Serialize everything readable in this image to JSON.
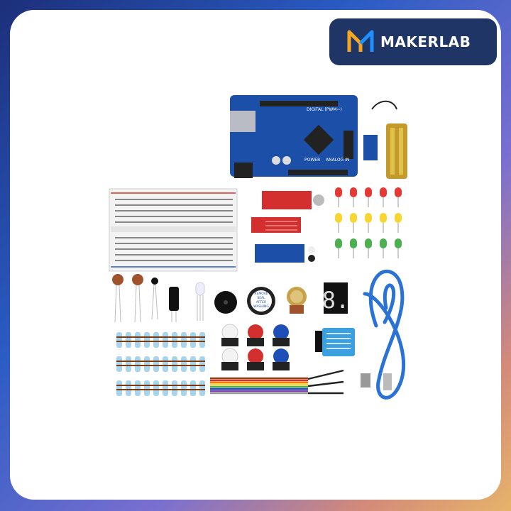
{
  "brand": {
    "name": "MAKERLAB",
    "logo_colors": [
      "#f5a623",
      "#1e90ff"
    ],
    "badge_color": "#1f3566"
  },
  "labels": {
    "board_power": "POWER",
    "board_analog": "ANALOG IN",
    "board_digital": "DIGITAL (PWM~)",
    "buzzer_sticker": [
      "REMOVE",
      "SEAL",
      "AFTER",
      "WASHING"
    ],
    "seven_segment": "8."
  },
  "components": [
    "uno-board",
    "soil-moisture-sensor",
    "breadboard",
    "sound-sensor",
    "water-sensor",
    "ir-sensor",
    "leds",
    "ldrs",
    "thermistor",
    "capacitor",
    "rgb-led",
    "buzzer",
    "potentiometer",
    "seven-segment-display",
    "usb-cable",
    "push-buttons",
    "dht11-sensor",
    "resistors",
    "jumper-wires"
  ],
  "led_colors": [
    "#e53935",
    "#f7d631",
    "#4caf50"
  ],
  "button_colors": [
    "#f3f3f3",
    "#d32f2f",
    "#1e4fb8"
  ]
}
